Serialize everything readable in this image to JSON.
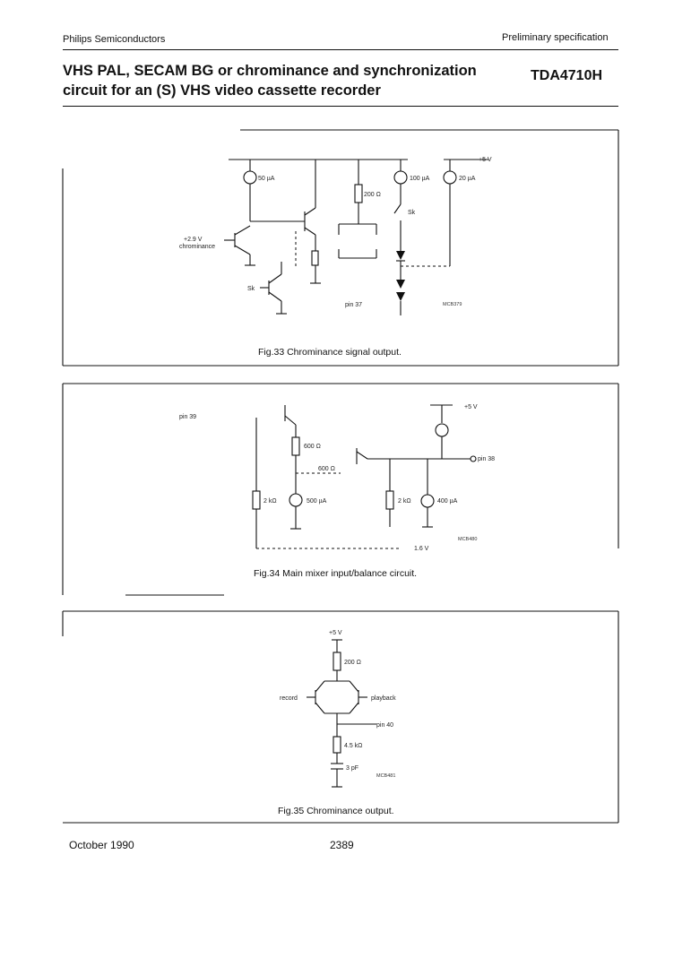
{
  "header": {
    "company": "Philips Semiconductors",
    "doc_type": "Preliminary specification",
    "title": "VHS PAL, SECAM BG or chrominance and synchronization circuit for an (S) VHS video cassette recorder",
    "part_number": "TDA4710H"
  },
  "fig33": {
    "caption": "Fig.33 Chrominance signal output.",
    "labels": {
      "supply": "+5 V",
      "i1": "50 µA",
      "i2": "100 µA",
      "i3": "20 µA",
      "r1": "200 Ω",
      "bias": "+2.9 V",
      "input": "chrominance",
      "switch": "Sk",
      "ctrl": "Sk",
      "pin": "pin 37",
      "code": "MCB379"
    }
  },
  "fig34": {
    "caption": "Fig.34 Main mixer input/balance circuit.",
    "labels": {
      "supply": "+5 V",
      "pin_in": "pin 39",
      "pin_out": "pin 38",
      "r1": "600 Ω",
      "r2": "600 Ω",
      "r3": "2 kΩ",
      "r4": "2 kΩ",
      "i1": "500 µA",
      "i2": "400 µA",
      "ref": "1.6 V",
      "code": "MCB480"
    }
  },
  "fig35": {
    "caption": "Fig.35 Chrominance output.",
    "labels": {
      "supply": "+5 V",
      "r1": "200 Ω",
      "left": "record",
      "right": "playback",
      "pin": "pin 40",
      "r2": "4.5 kΩ",
      "c1": "3 pF",
      "code": "MCB481"
    }
  },
  "footer": {
    "date": "October 1990",
    "page": "2389"
  }
}
